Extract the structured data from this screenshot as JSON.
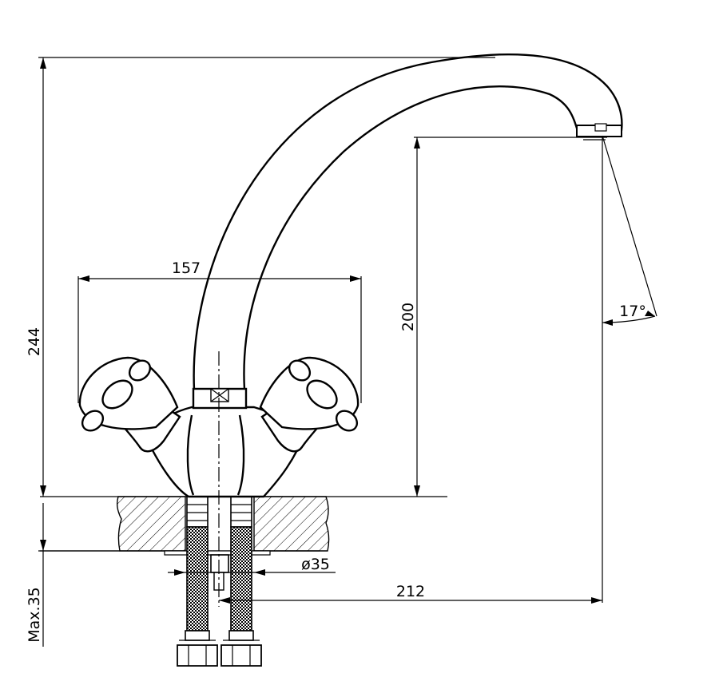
{
  "dimensions": {
    "total_height": "244",
    "handle_span": "157",
    "spout_height": "200",
    "spout_angle": "17°",
    "hole_diameter": "ø35",
    "spout_reach": "212",
    "max_counter_thickness": "Max.35"
  },
  "colors": {
    "line": "#000000",
    "background": "#ffffff"
  }
}
